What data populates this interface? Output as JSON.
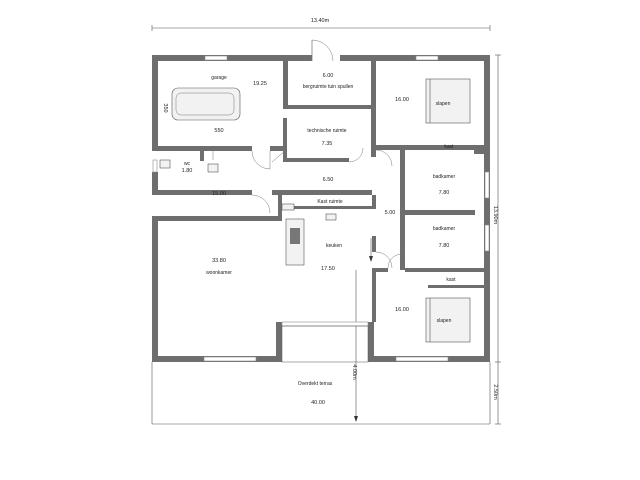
{
  "dimensions": {
    "overall_width": "13.40m",
    "overall_depth": "13.90m",
    "terrace_depth": "2.50m",
    "living_depth": "4.00m",
    "garage_length": "550",
    "garage_width": "350"
  },
  "rooms": {
    "garage": {
      "name": "garage",
      "area": "19.25"
    },
    "storage": {
      "name": "bergruimte tuin spullen",
      "area": "6.00"
    },
    "bedroom_top": {
      "name": "slapen",
      "area": "16.00"
    },
    "technical": {
      "name": "technische ruimte",
      "area": "7.35"
    },
    "closet_top": {
      "name": "kast"
    },
    "wc": {
      "name": "wc",
      "area": "1.80"
    },
    "hall_upper": {
      "area": "6.50"
    },
    "hall_left": {
      "area": "15.00"
    },
    "closet_room": {
      "name": "Kast ruimte"
    },
    "hall_center": {
      "area": "5.00"
    },
    "bath_top": {
      "name": "badkamer",
      "area": "7.80"
    },
    "bath_bottom": {
      "name": "badkamer",
      "area": "7.80"
    },
    "living": {
      "name": "woonkamer",
      "area": "33.80"
    },
    "kitchen": {
      "name": "keuken",
      "area": "17.50"
    },
    "closet_bottom": {
      "name": "kast"
    },
    "bedroom_bottom": {
      "name": "slapen",
      "area": "16.00"
    },
    "terrace": {
      "name": "Overdekt terras",
      "area": "40.00"
    }
  }
}
